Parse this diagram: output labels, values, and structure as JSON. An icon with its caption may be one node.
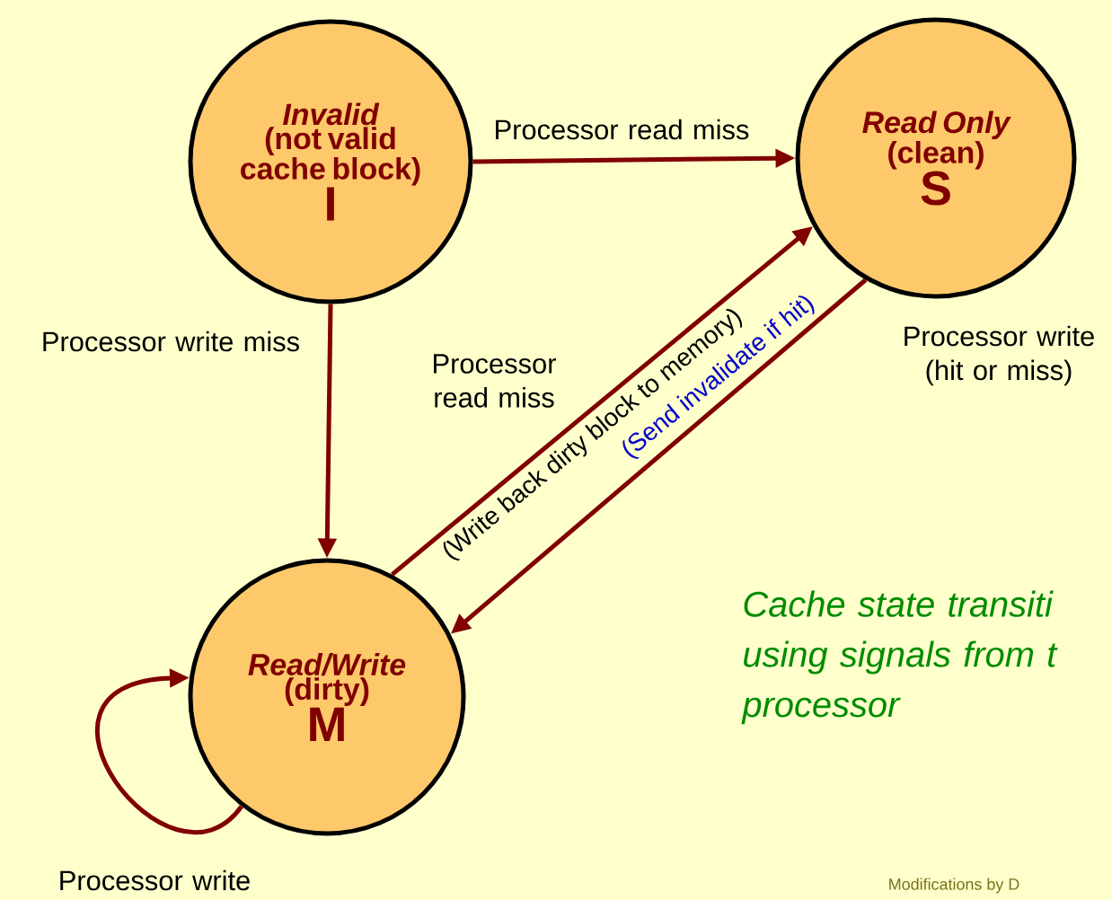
{
  "diagram": {
    "nodes": [
      {
        "text": [
          "Invalid",
          "(not valid cache block)",
          "I"
        ]
      },
      {
        "text": [
          "Read Only",
          "(clean)",
          "S"
        ]
      },
      {
        "text": [
          "Read/Write",
          "(dirty)",
          "M"
        ]
      }
    ],
    "edges": [
      {
        "from": 0,
        "to": 1,
        "arrow": "to",
        "label": "Processor read miss"
      },
      {
        "from": 0,
        "to": 2,
        "arrow": "to",
        "label": "Processor write miss"
      },
      {
        "from": 2,
        "to": 1,
        "arrow": "to",
        "label": "Processor read miss"
      },
      {
        "from": 1,
        "to": 2,
        "arrow": "to",
        "label": "Processor write (hit or miss)"
      },
      {
        "from": 2,
        "to": 2,
        "arrow": "to",
        "label": "Processor write"
      }
    ],
    "labels": [
      "(Write back dirty block to memory)",
      "(Send invalidate if hit)",
      "Cache state transiti using signals from t processor",
      "Modifications by D"
    ]
  }
}
